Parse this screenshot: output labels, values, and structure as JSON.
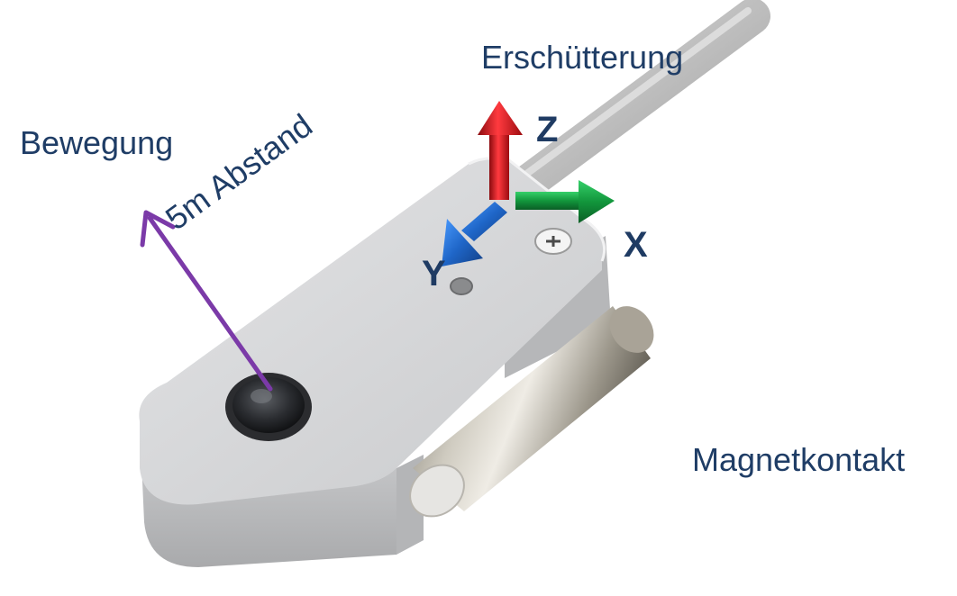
{
  "labels": {
    "bewegung": "Bewegung",
    "abstand": "5m Abstand",
    "erschuetterung": "Erschütterung",
    "magnetkontakt": "Magnetkontakt"
  },
  "axes": {
    "x": "X",
    "y": "Y",
    "z": "Z"
  },
  "colors": {
    "text": "#1f3d66",
    "axis_x": "#1a9a3e",
    "axis_y": "#1f66c8",
    "axis_z": "#d8141a",
    "motion_arrow": "#7b3aa8"
  }
}
